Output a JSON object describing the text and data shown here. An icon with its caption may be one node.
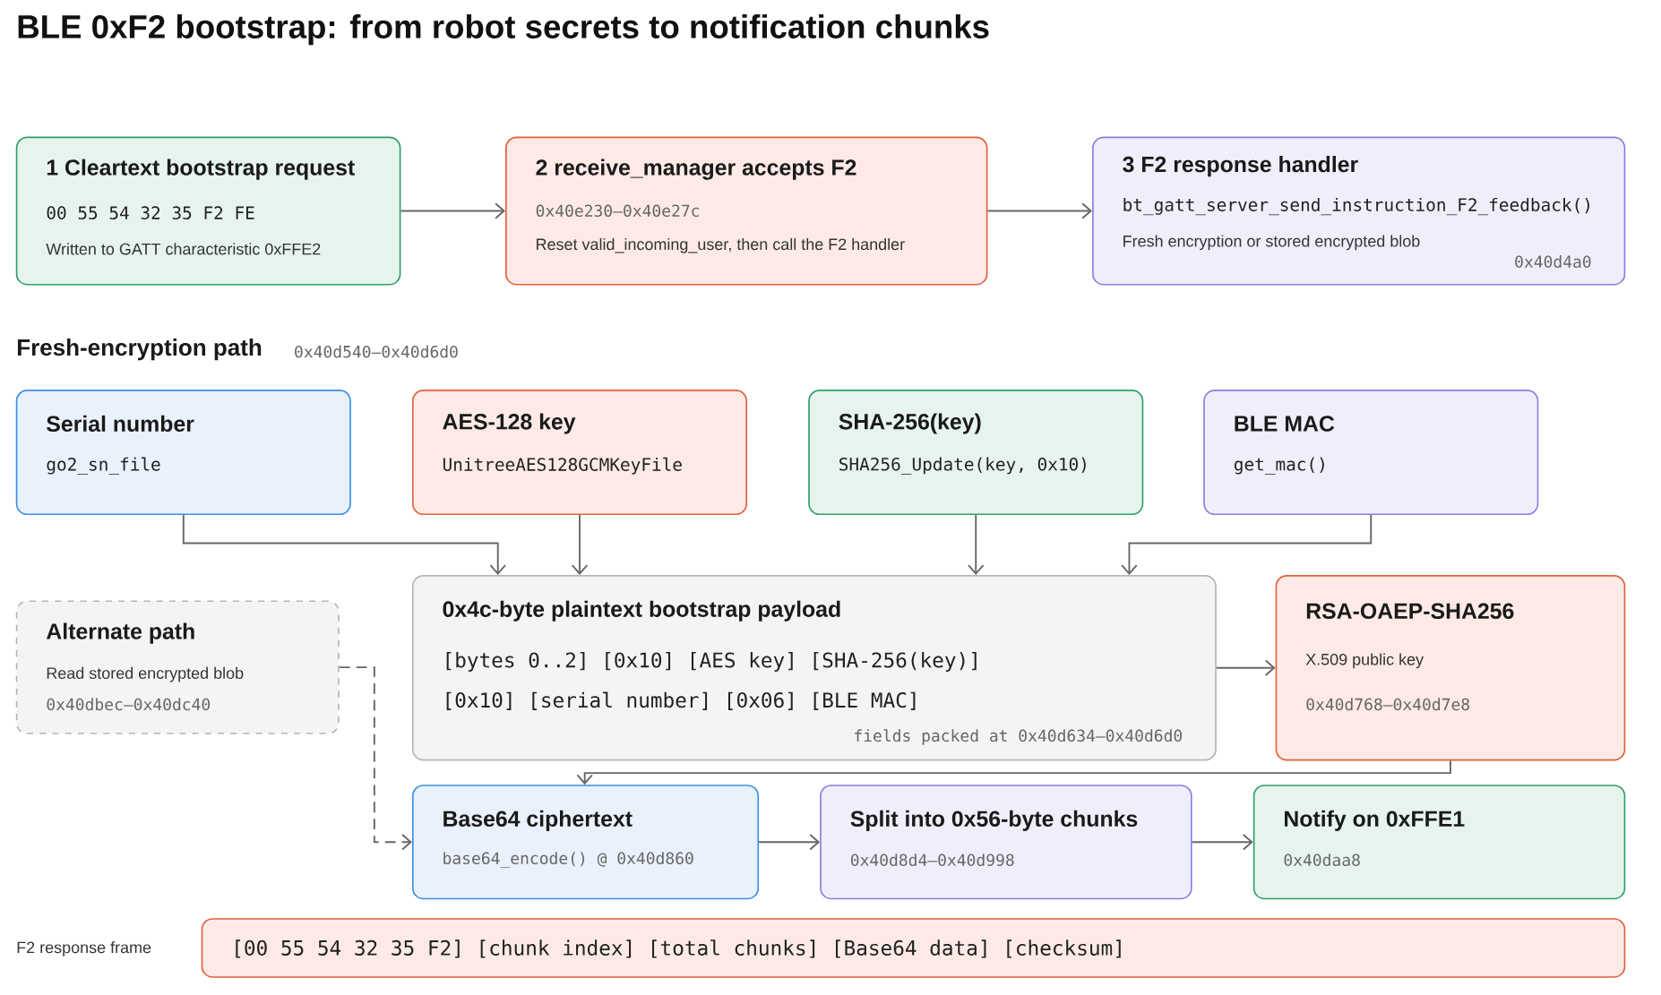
{
  "diagram": {
    "title": "BLE 0xF2 bootstrap: from robot secrets to notification chunks",
    "nodes": [
      {
        "text": [
          "1 Cleartext bootstrap request",
          "00 55 54 32 35 F2 FE",
          "Written to GATT characteristic 0xFFE2"
        ]
      },
      {
        "text": [
          "2 receive_manager accepts F2",
          "0x40e230–0x40e27c",
          "Reset valid_incoming_user, then call the F2 handler"
        ]
      },
      {
        "text": [
          "3 F2 response handler",
          "bt_gatt_server_send_instruction_F2_feedback()",
          "Fresh encryption or stored encrypted blob",
          "0x40d4a0"
        ]
      },
      {
        "text": [
          "Serial number",
          "go2_sn_file"
        ]
      },
      {
        "text": [
          "AES-128 key",
          "UnitreeAES128GCMKeyFile"
        ]
      },
      {
        "text": [
          "SHA-256(key)",
          "SHA256_Update(key, 0x10)"
        ]
      },
      {
        "text": [
          "BLE MAC",
          "get_mac()"
        ]
      },
      {
        "text": [
          "Alternate path",
          "Read stored encrypted blob",
          "0x40dbec–0x40dc40"
        ]
      },
      {
        "text": [
          "0x4c-byte plaintext bootstrap payload",
          "[bytes 0..2] [0x10] [AES key] [SHA-256(key)]",
          "[0x10] [serial number] [0x06] [BLE MAC]",
          "fields packed at 0x40d634–0x40d6d0"
        ]
      },
      {
        "text": [
          "RSA-OAEP-SHA256",
          "X.509 public key",
          "0x40d768–0x40d7e8"
        ]
      },
      {
        "text": [
          "Base64 ciphertext",
          "base64_encode() @ 0x40d860"
        ]
      },
      {
        "text": [
          "Split into 0x56-byte chunks",
          "0x40d8d4–0x40d998"
        ]
      },
      {
        "text": [
          "Notify on 0xFFE1",
          "0x40daa8"
        ]
      },
      {
        "text": [
          "[00 55 54 32 35 F2] [chunk index] [total chunks] [Base64 data] [checksum]"
        ],
        "beside": [
          "F2 response frame"
        ]
      }
    ],
    "edges": [
      {
        "from": 0,
        "to": 1,
        "arrow": "to"
      },
      {
        "from": 1,
        "to": 2,
        "arrow": "to"
      },
      {
        "from": 3,
        "to": 8,
        "arrow": "to"
      },
      {
        "from": 4,
        "to": 8,
        "arrow": "to"
      },
      {
        "from": 5,
        "to": 8,
        "arrow": "to"
      },
      {
        "from": 6,
        "to": 8,
        "arrow": "to"
      },
      {
        "from": 7,
        "to": 10,
        "arrow": "to",
        "style": "dashed"
      },
      {
        "from": 8,
        "to": 9,
        "arrow": "to"
      },
      {
        "from": 9,
        "to": 10,
        "arrow": "to"
      },
      {
        "from": 10,
        "to": 11,
        "arrow": "to"
      },
      {
        "from": 11,
        "to": 12,
        "arrow": "to"
      }
    ],
    "labels": [
      "Fresh-encryption path",
      "0x40d540–0x40d6d0"
    ]
  }
}
